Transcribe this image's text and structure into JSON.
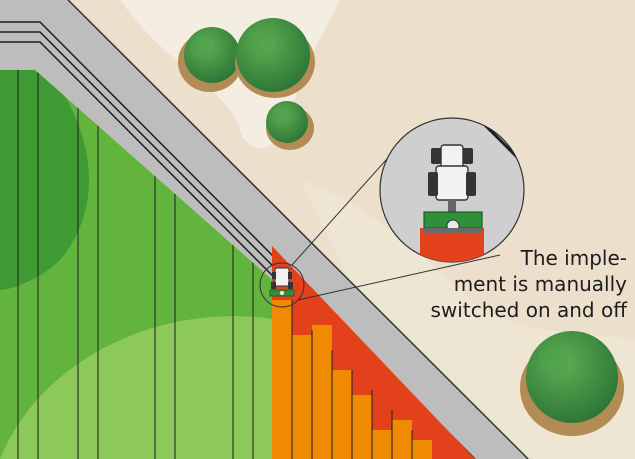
{
  "caption": {
    "lines": [
      "The imple-",
      "ment is manually",
      "switched on and off"
    ]
  },
  "icons": {
    "tractor": "tractor-icon",
    "implement": "seed-drill-icon",
    "tree": "tree-icon",
    "magnifier": "zoom-callout"
  },
  "colors": {
    "background": "#ece0cc",
    "sand_path": "#f4ede1",
    "field_dark": "#3f9a34",
    "field_mid": "#62b43c",
    "field_light": "#8cc85a",
    "headland_road": "#bdbdbd",
    "worked_area": "#f08a00",
    "worked_overlap": "#e3411c",
    "implement_green": "#2f8f3a",
    "tree_dark": "#2c7a3a",
    "tree_light": "#4fa24c",
    "tree_shadow": "#b38b55",
    "callout_fill": "#cfcfcf"
  }
}
